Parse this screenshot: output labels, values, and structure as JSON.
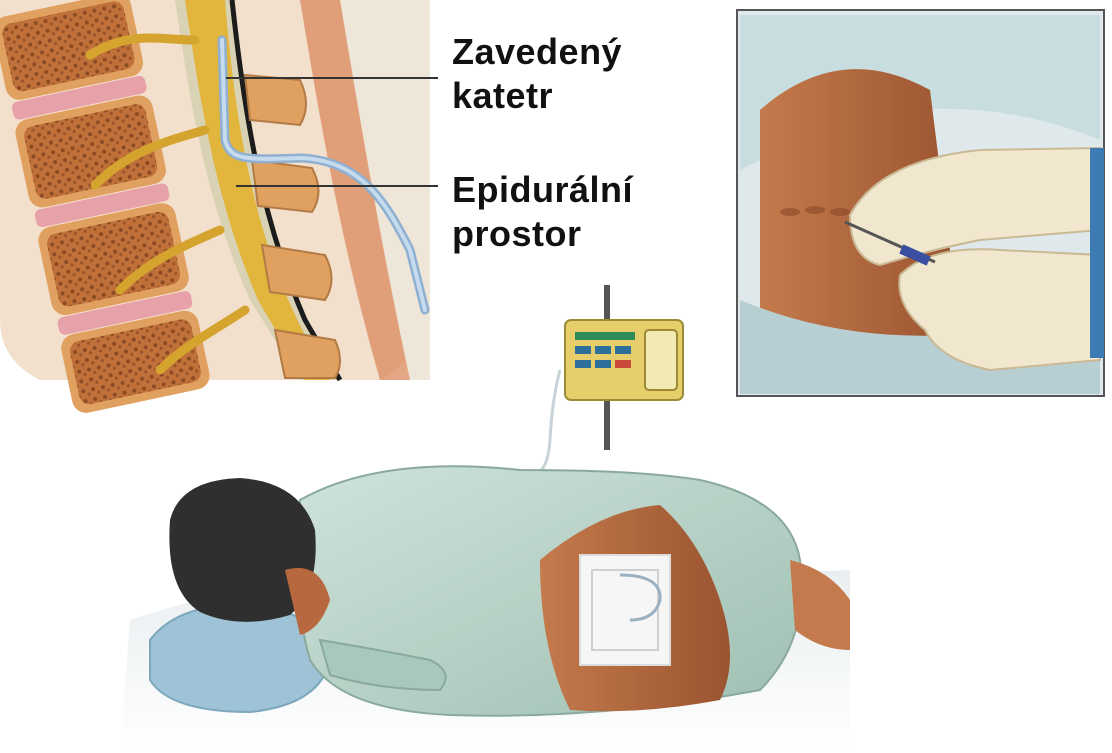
{
  "labels": {
    "catheter": {
      "line1": "Zavedený",
      "line2": "katetr"
    },
    "epidural_space": {
      "line1": "Epidurální",
      "line2": "prostor"
    }
  },
  "panels": {
    "spine_cross_section": {
      "icon": "spine-anatomy"
    },
    "needle_insertion_inset": {
      "icon": "gloved-hands-needle"
    },
    "infusion_pump": {
      "icon": "infusion-pump"
    },
    "patient": {
      "icon": "patient-lying-on-side"
    }
  },
  "colors": {
    "bone": "#c97c3e",
    "bone_marrow": "#8a4a22",
    "disc": "#e7a1a8",
    "nerve": "#e2b53c",
    "catheter": "#a9c3dc",
    "gown": "#b6d2c8",
    "skin": "#b8683e",
    "hair": "#2f2f2f",
    "pillow": "#9ec3d6",
    "glove": "#f1e7cf",
    "pump": "#e6cf6a"
  }
}
